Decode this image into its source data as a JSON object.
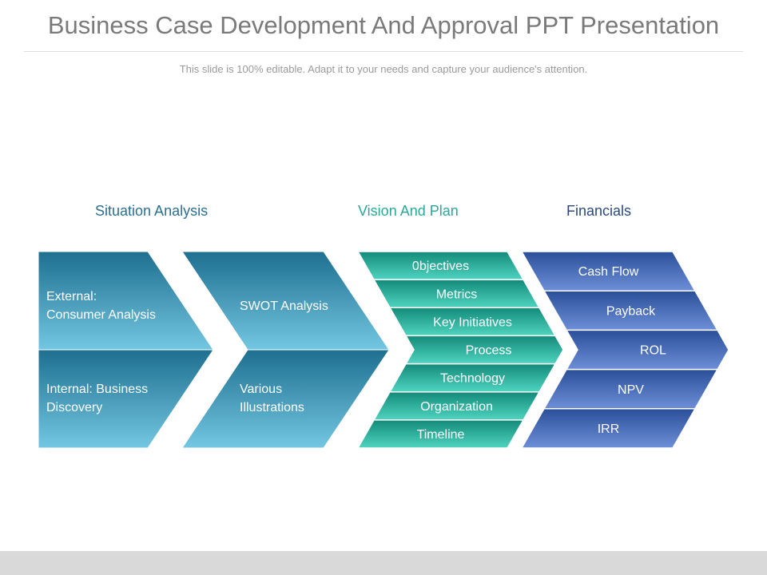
{
  "title": "Business Case Development And Approval PPT Presentation",
  "subtitle": "This slide is 100% editable. Adapt it to your needs and capture your audience's attention.",
  "sections": [
    {
      "label": "Situation Analysis",
      "color": "#2b6f8f"
    },
    {
      "label": "Vision And Plan",
      "color": "#2aa99a"
    },
    {
      "label": "Financials",
      "color": "#2b4a7c"
    }
  ],
  "situation": {
    "external": [
      "External:",
      "Consumer Analysis"
    ],
    "internal": [
      "Internal: Business",
      "Discovery"
    ],
    "swot": "SWOT Analysis",
    "various": [
      "Various",
      "Illustrations"
    ]
  },
  "vision_items": [
    "0bjectives",
    "Metrics",
    "Key Initiatives",
    "Process",
    "Technology",
    "Organization",
    "Timeline"
  ],
  "financial_items": [
    "Cash Flow",
    "Payback",
    "ROL",
    "NPV",
    "IRR"
  ],
  "colors": {
    "situation_top": "#1e6f90",
    "situation_bottom": "#74c7e2",
    "vision_top": "#138a7a",
    "vision_bottom": "#4fd4c0",
    "financial_top": "#2a4f99",
    "financial_bottom": "#6e8fd8"
  }
}
